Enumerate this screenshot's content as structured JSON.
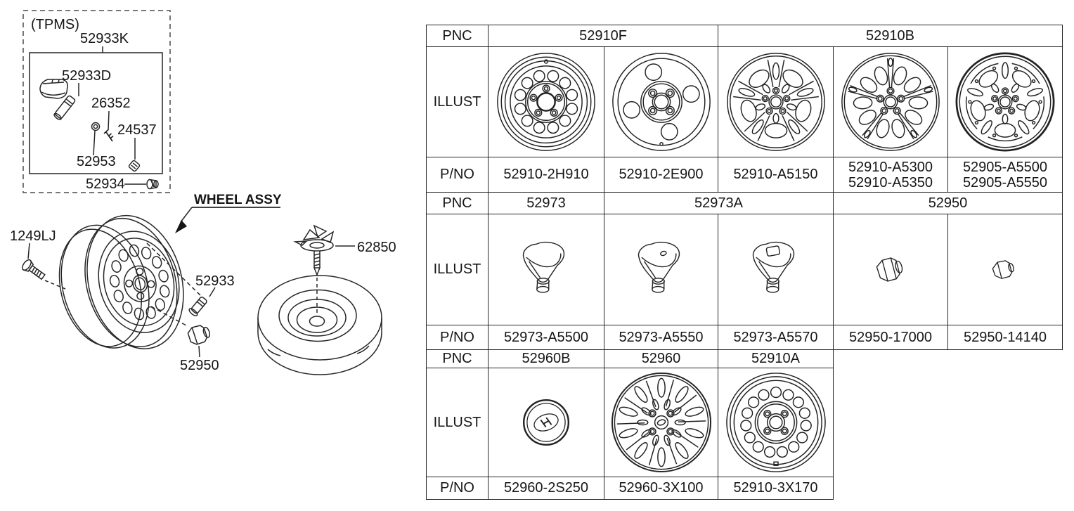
{
  "diagram": {
    "tpms": {
      "box_label": "(TPMS)",
      "kit_label": "52933K",
      "sensor_label": "52933D",
      "screw_label": "26352",
      "nut_label": "24537",
      "grommet_label": "52953",
      "cap_label": "52934"
    },
    "wheel": {
      "bolt_label": "1249LJ",
      "assy_label": "WHEEL ASSY",
      "valve_label": "52933",
      "lug_nut_label": "52950"
    },
    "spare": {
      "clamp_label": "62850"
    }
  },
  "table": {
    "row_labels": {
      "pnc": "PNC",
      "illust": "ILLUST",
      "pno": "P/NO"
    },
    "sections": [
      {
        "pnc_groups": [
          {
            "label": "52910F",
            "span": 2
          },
          {
            "label": "52910B",
            "span": 3
          }
        ],
        "cells": [
          {
            "illust": "steel-wheel-12hole",
            "pno": "52910-2H910"
          },
          {
            "illust": "spare-steel-wheel",
            "pno": "52910-2E900"
          },
          {
            "illust": "alloy-wheel-5spoke",
            "pno": "52910-A5150"
          },
          {
            "illust": "alloy-wheel-split-spoke",
            "pno": [
              "52910-A5300",
              "52910-A5350"
            ]
          },
          {
            "illust": "alloy-wheel-dark",
            "pno": [
              "52905-A5500",
              "52905-A5550"
            ]
          }
        ]
      },
      {
        "pnc_groups": [
          {
            "label": "52973",
            "span": 1
          },
          {
            "label": "52973A",
            "span": 2
          },
          {
            "label": "52950",
            "span": 2
          }
        ],
        "cells": [
          {
            "illust": "balance-weight-a",
            "pno": "52973-A5500"
          },
          {
            "illust": "balance-weight-b",
            "pno": "52973-A5550"
          },
          {
            "illust": "balance-weight-c",
            "pno": "52973-A5570"
          },
          {
            "illust": "lug-nut-flanged",
            "pno": "52950-17000"
          },
          {
            "illust": "lug-nut-capped",
            "pno": "52950-14140"
          }
        ]
      },
      {
        "pnc_groups": [
          {
            "label": "52960B",
            "span": 1
          },
          {
            "label": "52960",
            "span": 1
          },
          {
            "label": "52910A",
            "span": 1
          }
        ],
        "blank_span": 2,
        "cells": [
          {
            "illust": "center-cap",
            "pno": "52960-2S250"
          },
          {
            "illust": "wheel-cover",
            "pno": "52960-3X100"
          },
          {
            "illust": "steel-wheel-16hole",
            "pno": "52910-3X170"
          }
        ]
      }
    ]
  }
}
